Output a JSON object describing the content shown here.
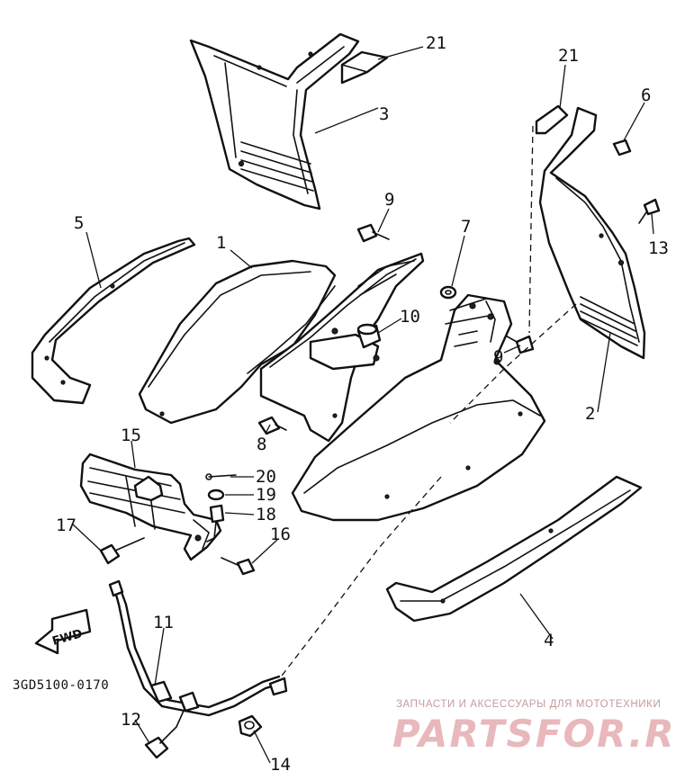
{
  "diagram": {
    "code": "3GD5100-0170",
    "fwd_label": "FWD",
    "callouts": {
      "c1": "1",
      "c2": "2",
      "c3": "3",
      "c4": "4",
      "c5": "5",
      "c6": "6",
      "c7": "7",
      "c8": "8",
      "c9a": "9",
      "c9b": "9",
      "c10": "10",
      "c11": "11",
      "c12": "12",
      "c13": "13",
      "c14": "14",
      "c15": "15",
      "c16": "16",
      "c17": "17",
      "c18": "18",
      "c19": "19",
      "c20": "20",
      "c21a": "21",
      "c21b": "21"
    }
  },
  "watermark": {
    "caption": "ЗАПЧАСТИ И АКСЕССУАРЫ ДЛЯ МОТОТЕХНИКИ",
    "brand": "PARTSFOR.RU"
  }
}
